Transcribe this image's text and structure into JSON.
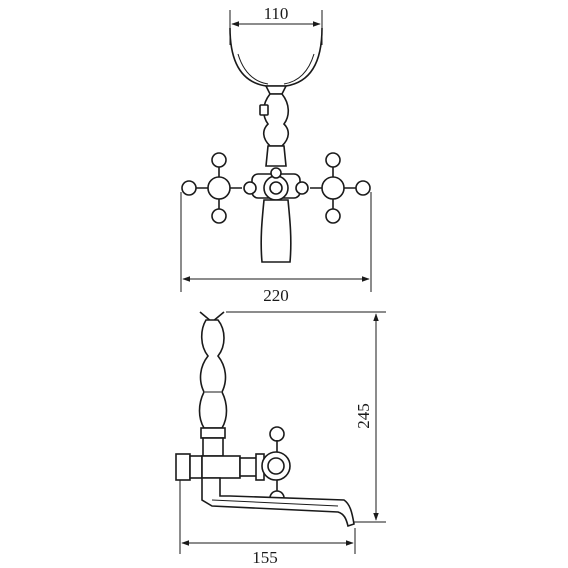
{
  "dimensions": {
    "shower_width": "110",
    "overall_width": "220",
    "height": "245",
    "depth": "155"
  },
  "colors": {
    "line": "#1a1a1a",
    "background": "#ffffff"
  }
}
